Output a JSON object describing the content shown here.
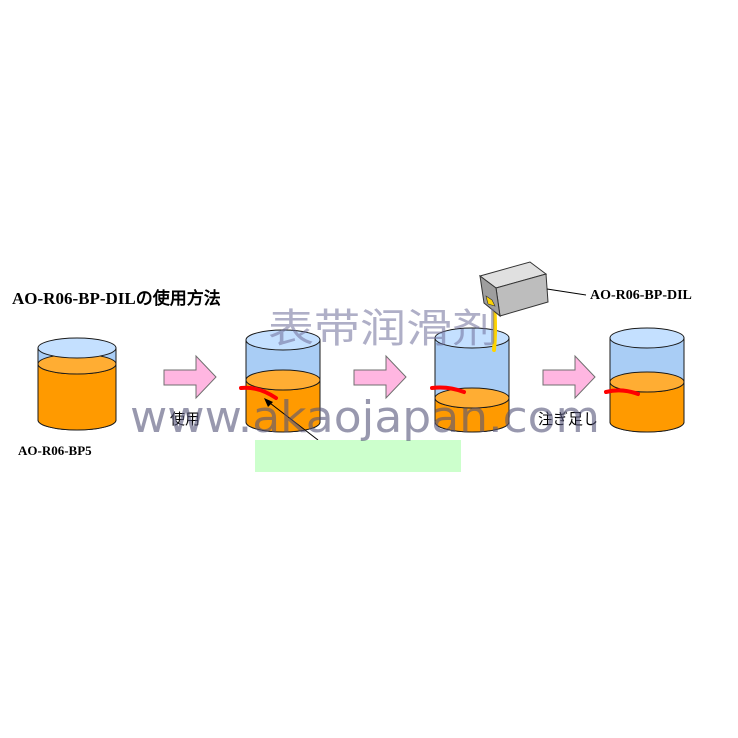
{
  "title": "AO-R06-BP-DILの使用方法",
  "labels": {
    "bp5": "AO-R06-BP5",
    "dil": "AO-R06-BP-DIL",
    "step_use": "使用",
    "step_pour": "注ぎ足し"
  },
  "watermark": {
    "chinese": "表带润滑剂",
    "url": "www.akaojapan.com"
  },
  "colors": {
    "oil": "#ff9a00",
    "oil_dark": "#e07800",
    "air": "#a9cdf5",
    "arrow": "#ffb6e1",
    "marker_line": "#ff0000",
    "callout_box": "#ccffcc",
    "bottle_body": "#c8c8c8",
    "drip": "#ffd400"
  }
}
